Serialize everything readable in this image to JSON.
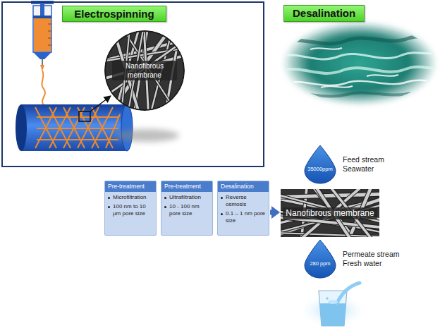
{
  "diagram": {
    "nodes": [
      {
        "text": [
          "Electrospinning"
        ]
      },
      {
        "text": [
          "Nanofibrous membrane"
        ],
        "in": 0
      },
      {
        "text": [
          "Desalination"
        ]
      },
      {
        "text": [
          "35000ppm",
          "Feed stream Seawater"
        ]
      },
      {
        "text": [
          "Pre-treatment",
          "Microfiltration",
          "100 nm to 10 μm pore size"
        ]
      },
      {
        "text": [
          "Pre-treatment",
          "Ultrafiltration",
          "10 - 100 nm pore size"
        ]
      },
      {
        "text": [
          "Desalination",
          "Reverse osmosis",
          "0.1 – 1 nm pore size"
        ]
      },
      {
        "text": [
          "Nanofibrous membrane"
        ]
      },
      {
        "text": [
          "280 ppm",
          "Permeate stream Fresh water"
        ]
      }
    ],
    "edges": [
      {
        "from": 6,
        "to": 7,
        "arrow": "to"
      }
    ]
  }
}
